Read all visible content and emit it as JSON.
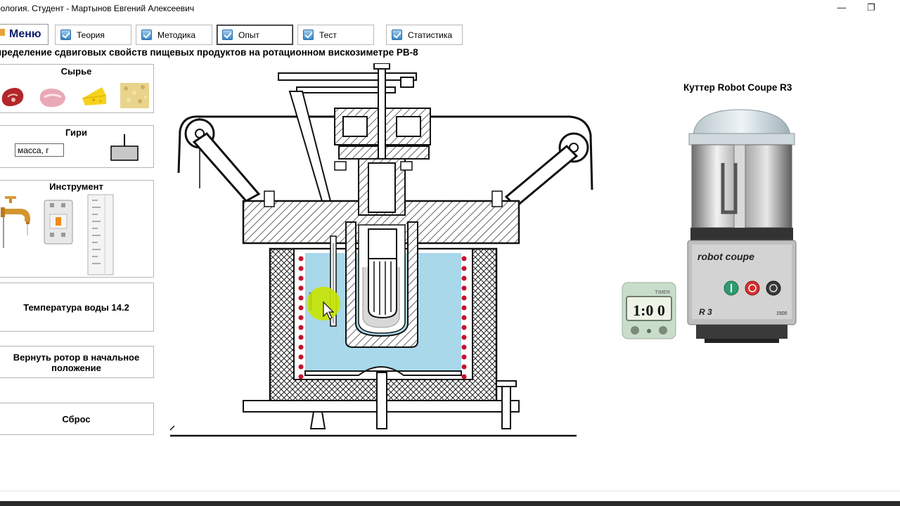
{
  "window": {
    "title": "еология. Студент - Мартынов Евгений Алексеевич",
    "minimize": "—",
    "restore": "❐"
  },
  "toolbar": {
    "menu_label": "Меню",
    "tabs": [
      {
        "label": "Теория"
      },
      {
        "label": "Методика"
      },
      {
        "label": "Опыт"
      },
      {
        "label": "Тест"
      },
      {
        "label": "Статистика"
      }
    ]
  },
  "page": {
    "subtitle": "пределение сдвиговых свойств пищевых продуктов на ротационном вискозиметре РВ-8"
  },
  "sidebar": {
    "raw_title": "Сырье",
    "weights_title": "Гири",
    "mass_placeholder": "масса, г",
    "tools_title": "Инструмент",
    "water_temp": "Температура воды  14.2",
    "reset_rotor": "Вернуть ротор в начальное положение",
    "reset": "Сброс"
  },
  "right": {
    "cutter_title": "Куттер Robot Coupe R3",
    "brand": "robot coupe",
    "model": "R 3",
    "model_sub": "1500",
    "timer_label": "TIMER",
    "timer_value": "1:0 0"
  },
  "colors": {
    "water": "#a8d8ea",
    "heater_red": "#c8102e",
    "accent_blue": "#0e1e6a",
    "checkbox_blue": "#3a87c8",
    "cursor_highlight": "#c8e600"
  }
}
